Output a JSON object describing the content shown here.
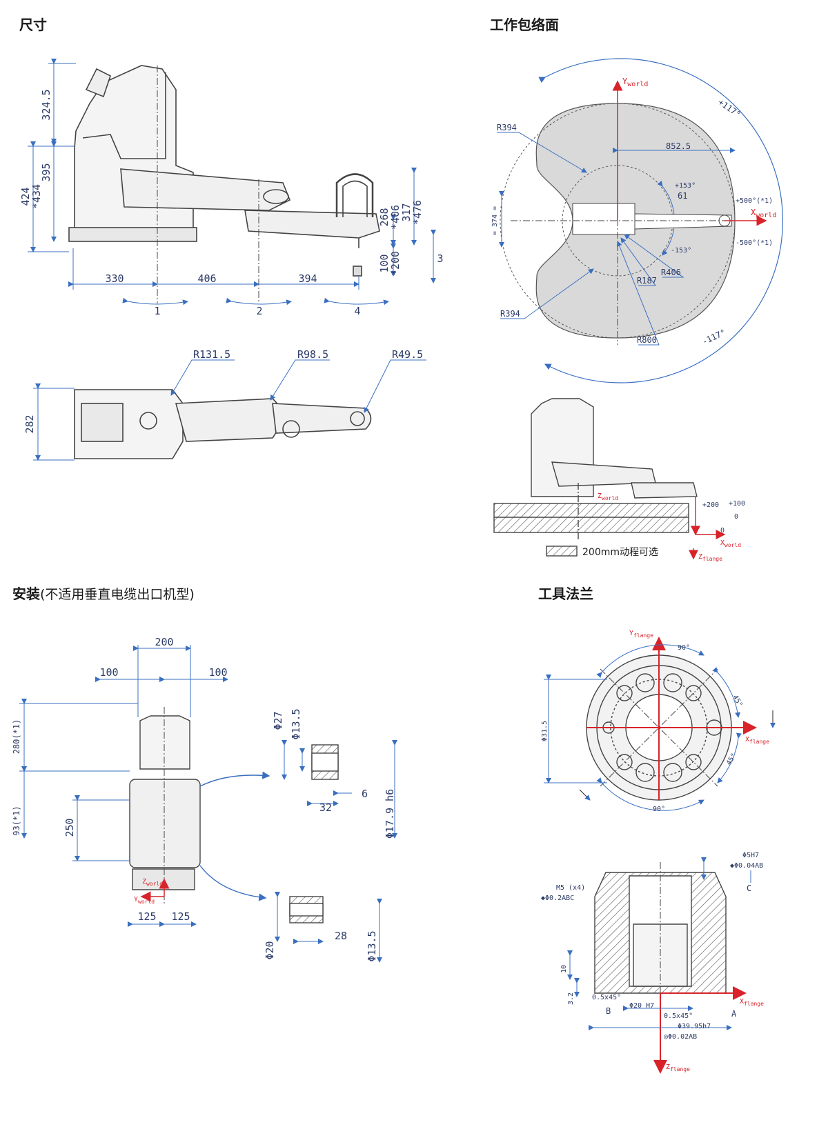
{
  "headings": {
    "dimensions": "尺寸",
    "work_envelope": "工作包络面",
    "mounting": "安装",
    "mounting_note": "(不适用垂直电缆出口机型)",
    "tool_flange": "工具法兰"
  },
  "side_view": {
    "heights": [
      "324.5",
      "395",
      "424",
      "*434",
      "268",
      "*406",
      "317",
      "*476",
      "100",
      "*200"
    ],
    "lengths": [
      "330",
      "406",
      "394"
    ],
    "axes": [
      "1",
      "2",
      "3",
      "4"
    ]
  },
  "top_view": {
    "width": "282",
    "radii": [
      "R131.5",
      "R98.5",
      "R49.5"
    ]
  },
  "envelope": {
    "y_axis": "Y",
    "y_sub": "world",
    "x_axis": "X",
    "x_sub": "world",
    "reach": "852.5",
    "angle_plus": "+117°",
    "angle_minus": "-117°",
    "j2_plus": "+153°",
    "j2_minus": "-153°",
    "dim_61": "61",
    "width_374": "= 374 =",
    "radii": [
      "R394",
      "R394",
      "R406",
      "R187",
      "R800"
    ],
    "x_plus": "+500°(*1)",
    "x_minus": "-500°(*1)"
  },
  "stroke_view": {
    "z_world": "Z",
    "z_world_sub": "world",
    "x_world": "X",
    "x_world_sub": "world",
    "z_flange": "Z",
    "z_flange_sub": "flange",
    "v_plus200": "+200",
    "v_plus100": "+100",
    "v_0a": "0",
    "v_0b": "0",
    "legend": "200mm动程可选"
  },
  "mount": {
    "w200": "200",
    "w100a": "100",
    "w100b": "100",
    "h280": "280(*1)",
    "h93": "93(*1)",
    "h250": "250",
    "b125a": "125",
    "b125b": "125",
    "z_world": "Z",
    "z_world_sub": "world",
    "y_world": "Y",
    "y_world_sub": "world",
    "d27": "Φ27",
    "d13_5a": "Φ13.5",
    "d6": "6",
    "d32": "32",
    "d17_9": "Φ17.9 h6",
    "d20": "Φ20",
    "d28": "28",
    "d13_5b": "Φ13.5"
  },
  "flange": {
    "y_flange": "Y",
    "y_sub": "flange",
    "x_flange": "X",
    "x_sub": "flange",
    "z_flange": "Z",
    "z_sub": "flange",
    "a90top": "90°",
    "a45a": "45°",
    "a45b": "45°",
    "a90bot": "90°",
    "d31_5": "Φ31.5",
    "phi5": "Φ5H7",
    "tol_top": "◆Φ0.04AB",
    "datum_c": "C",
    "m5": "M5 (x4)",
    "tol_m5": "◆Φ0.2ABC",
    "h10": "10",
    "h3_2": "3.2",
    "chamfer1": "0.5x45°",
    "phi20": "Φ20 H7",
    "datum_b": "B",
    "chamfer2": "0.5x45°",
    "datum_a": "A",
    "phi39": "Φ39.95h7",
    "tol_bot": "◎Φ0.02AB"
  },
  "colors": {
    "dim_line": "#3a6fc0",
    "drawing": "#4a4a4a",
    "accent": "#d8232a",
    "envelope_fill": "#d9d9d9"
  }
}
